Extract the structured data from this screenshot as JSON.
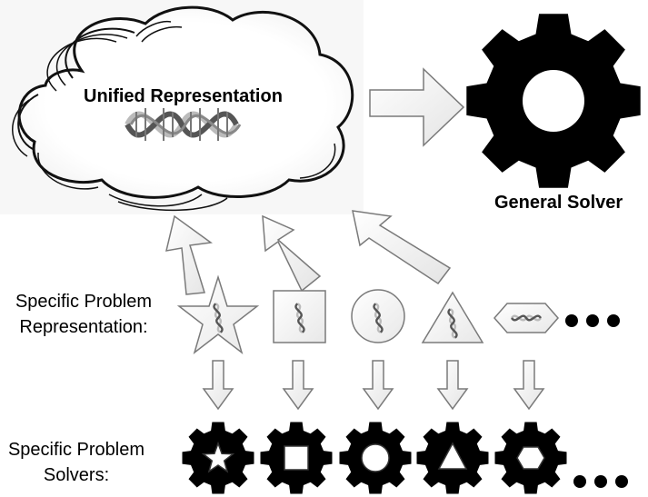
{
  "cloud": {
    "title": "Unified Representation"
  },
  "general_solver": {
    "label": "General Solver"
  },
  "specific_representation": {
    "line1": "Specific Problem",
    "line2": "Representation:"
  },
  "specific_solvers": {
    "line1": "Specific Problem",
    "line2": "Solvers:"
  },
  "representation_shapes": [
    "star",
    "square",
    "circle",
    "triangle",
    "hexagon"
  ],
  "colors": {
    "gear": "#000000",
    "arrow_fill": "#f4f4f4",
    "arrow_stroke": "#7a7a7a",
    "dna_dark": "#555555",
    "dna_light": "#bbbbbb"
  }
}
